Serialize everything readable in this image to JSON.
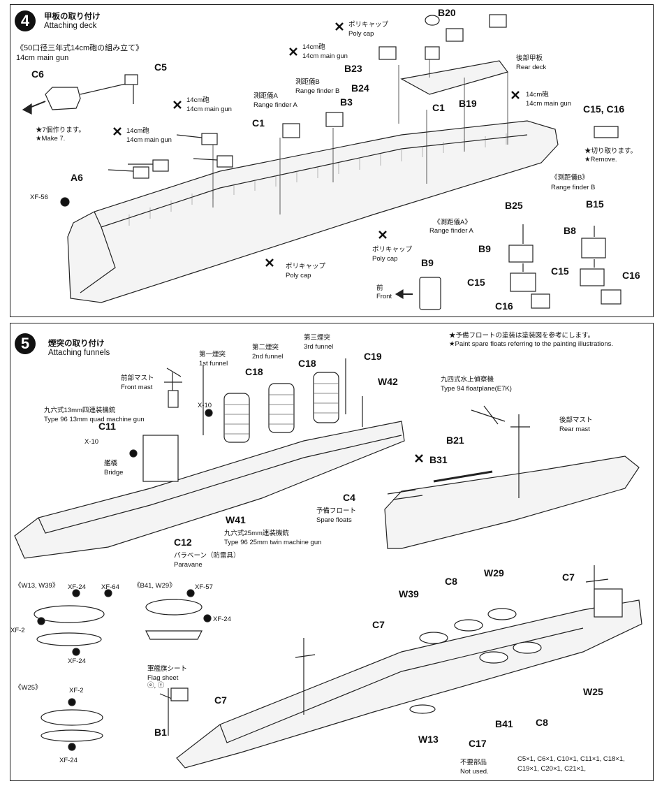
{
  "steps": [
    {
      "number": "4",
      "title_ja": "甲板の取り付け",
      "title_en": "Attaching deck",
      "sub_title_ja": "《50口径三年式14cm砲の組み立て》",
      "sub_title_en": "14cm main gun",
      "make_ja": "★7個作ります。",
      "make_en": "★Make 7.",
      "gun_ja": "14cm砲",
      "gun_en": "14cm main gun",
      "rfa_ja": "測距儀A",
      "rfa_en": "Range finder A",
      "rfb_ja": "測距儀B",
      "rfb_en": "Range finder B",
      "polycap_ja": "ポリキャップ",
      "polycap_en": "Poly cap",
      "rear_deck_ja": "後部甲板",
      "rear_deck_en": "Rear deck",
      "remove_ja": "★切り取ります。",
      "remove_en": "★Remove.",
      "sub_rfa": "《測距儀A》",
      "sub_rfa_en": "Range finder A",
      "sub_rfb": "《測距儀B》",
      "sub_rfb_en": "Range finder B",
      "front_ja": "前",
      "front_en": "Front",
      "parts": {
        "c5": "C5",
        "c6": "C6",
        "a6": "A6",
        "xf56": "XF-56",
        "c1a": "C1",
        "c1b": "C1",
        "b3": "B3",
        "b24": "B24",
        "b23": "B23",
        "b20": "B20",
        "b19": "B19",
        "c15c16": "C15, C16",
        "b25": "B25",
        "b9a": "B9",
        "c15a": "C15",
        "c16a": "C16",
        "b15": "B15",
        "b8": "B8",
        "c15b": "C15",
        "c16b": "C16",
        "b9b": "B9"
      }
    },
    {
      "number": "5",
      "title_ja": "煙突の取り付け",
      "title_en": "Attaching funnels",
      "note_ja": "★予備フロートの塗装は塗装図を参考にします。",
      "note_en": "★Paint spare floats referring to the painting illustrations.",
      "front_mast_ja": "前部マスト",
      "front_mast_en": "Front mast",
      "f1_ja": "第一煙突",
      "f1_en": "1st funnel",
      "f2_ja": "第二煙突",
      "f2_en": "2nd funnel",
      "f3_ja": "第三煙突",
      "f3_en": "3rd funnel",
      "quad_ja": "九六式13mm四連装機銃",
      "quad_en": "Type 96 13mm quad machine gun",
      "bridge_ja": "艦橋",
      "bridge_en": "Bridge",
      "twin_ja": "九六式25mm連装機銃",
      "twin_en": "Type 96 25mm twin machine gun",
      "paravane_ja": "パラベーン（防雷具）",
      "paravane_en": "Paravane",
      "plane_ja": "九四式水上偵察機",
      "plane_en": "Type 94 floatplane(E7K)",
      "rear_mast_ja": "後部マスト",
      "rear_mast_en": "Rear mast",
      "spare_ja": "予備フロート",
      "spare_en": "Spare floats",
      "flag_ja": "軍艦旗シート",
      "flag_en": "Flag sheet",
      "flag_marks": "ⓔ, ⓕ",
      "w13w39": "《W13, W39》",
      "b41w29": "《B41, W29》",
      "w25": "《W25》",
      "notused_ja": "不要部品",
      "notused_en": "Not used.",
      "notused_list1": "C5×1, C6×1, C10×1, C11×1, C18×1,",
      "notused_list2": "C19×1, C20×1, C21×1,",
      "parts": {
        "c11": "C11",
        "x10a": "X-10",
        "x10b": "X-10",
        "c18a": "C18",
        "c18b": "C18",
        "c19": "C19",
        "w42": "W42",
        "w41": "W41",
        "c12": "C12",
        "b21": "B21",
        "b31": "B31",
        "c4": "C4",
        "xf24a": "XF-24",
        "xf64": "XF-64",
        "xf2a": "XF-2",
        "xf24b": "XF-24",
        "xf57": "XF-57",
        "xf24c": "XF-24",
        "xf2b": "XF-2",
        "xf24d": "XF-24",
        "c7a": "C7",
        "c7b": "C7",
        "c7c": "C7",
        "b1": "B1",
        "w39": "W39",
        "c8a": "C8",
        "w29": "W29",
        "w13": "W13",
        "c17": "C17",
        "b41": "B41",
        "c8b": "C8",
        "w25p": "W25"
      }
    }
  ]
}
